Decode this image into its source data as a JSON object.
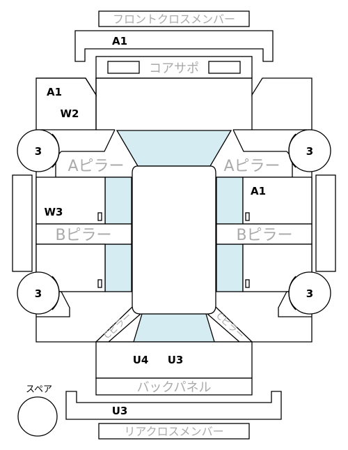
{
  "labels": {
    "front_cross_member": "フロントクロスメンバー",
    "core_support": "コアサポ",
    "a_pillar_left": "Aピラー",
    "a_pillar_right": "Aピラー",
    "b_pillar_left": "Bピラー",
    "b_pillar_right": "Bピラー",
    "c_pillar_left": "Cピラー",
    "c_pillar_right": "Cピラー",
    "back_panel": "バックパネル",
    "rear_cross_member": "リアクロスメンバー",
    "spare": "スペア"
  },
  "codes": {
    "front_cross": "A1",
    "left_front_fender_a": "A1",
    "left_front_fender_b": "W2",
    "right_front_door": "A1",
    "left_front_door": "W3",
    "trunk_a": "U4",
    "trunk_b": "U3",
    "rear_cross": "U3"
  },
  "tires": {
    "front_left": "3",
    "front_right": "3",
    "rear_left": "3",
    "rear_right": "3"
  },
  "colors": {
    "glass": "#d6ecf3",
    "label_grey": "#aaaaaa"
  }
}
